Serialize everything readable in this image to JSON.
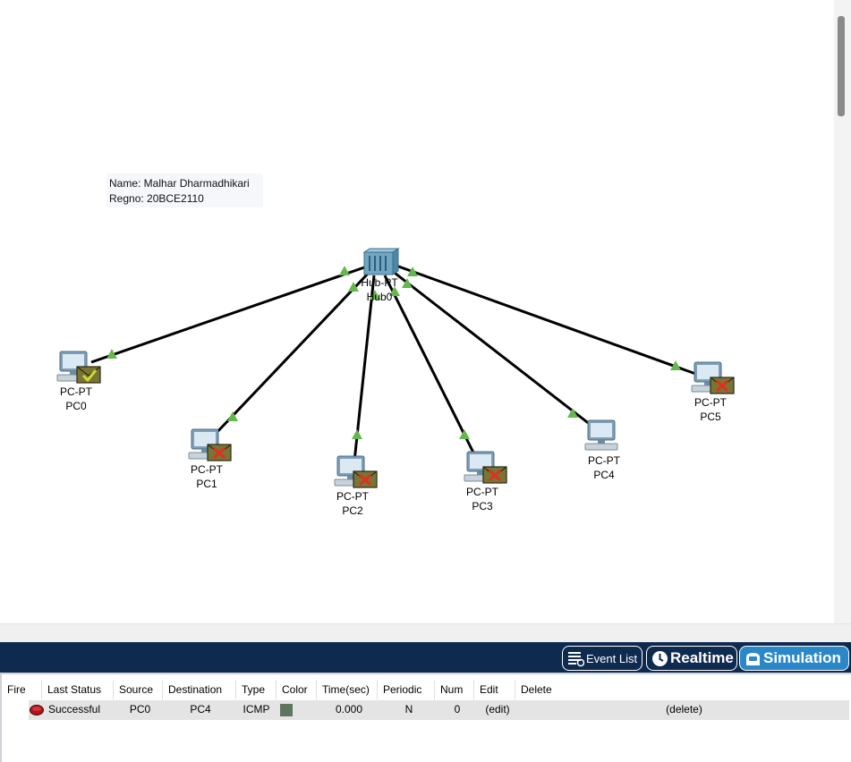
{
  "note": {
    "name_line": "Name: Malhar Dharmadhikari",
    "regno_line": "Regno: 20BCE2110"
  },
  "devices": [
    {
      "id": "hub0",
      "type": "Hub-PT",
      "name": "Hub0",
      "icon": "hub-icon",
      "pdu": "none"
    },
    {
      "id": "pc0",
      "type": "PC-PT",
      "name": "PC0",
      "icon": "pc-icon",
      "pdu": "success"
    },
    {
      "id": "pc1",
      "type": "PC-PT",
      "name": "PC1",
      "icon": "pc-icon",
      "pdu": "failed"
    },
    {
      "id": "pc2",
      "type": "PC-PT",
      "name": "PC2",
      "icon": "pc-icon",
      "pdu": "failed"
    },
    {
      "id": "pc3",
      "type": "PC-PT",
      "name": "PC3",
      "icon": "pc-icon",
      "pdu": "failed"
    },
    {
      "id": "pc4",
      "type": "PC-PT",
      "name": "PC4",
      "icon": "pc-icon",
      "pdu": "none"
    },
    {
      "id": "pc5",
      "type": "PC-PT",
      "name": "PC5",
      "icon": "pc-icon",
      "pdu": "failed"
    }
  ],
  "toolbar": {
    "event_list_label": "Event List",
    "realtime_label": "Realtime",
    "simulation_label": "Simulation",
    "active_mode": "Simulation"
  },
  "pdu_table": {
    "columns": [
      "Fire",
      "Last Status",
      "Source",
      "Destination",
      "Type",
      "Color",
      "Time(sec)",
      "Periodic",
      "Num",
      "Edit",
      "Delete"
    ],
    "rows": [
      {
        "fire": "fire-icon",
        "last_status": "Successful",
        "source": "PC0",
        "destination": "PC4",
        "type": "ICMP",
        "color": "#5e7560",
        "time": "0.000",
        "periodic": "N",
        "num": "0",
        "edit": "(edit)",
        "delete": "(delete)"
      }
    ]
  },
  "colors": {
    "link_up": "#66b74e",
    "toolbar_bg": "#0f2a4f",
    "sim_active": "#2b88c8",
    "pdu_success_mark": "#cdd92e",
    "pdu_fail_mark": "#e03020",
    "envelope": "#7a7535"
  }
}
